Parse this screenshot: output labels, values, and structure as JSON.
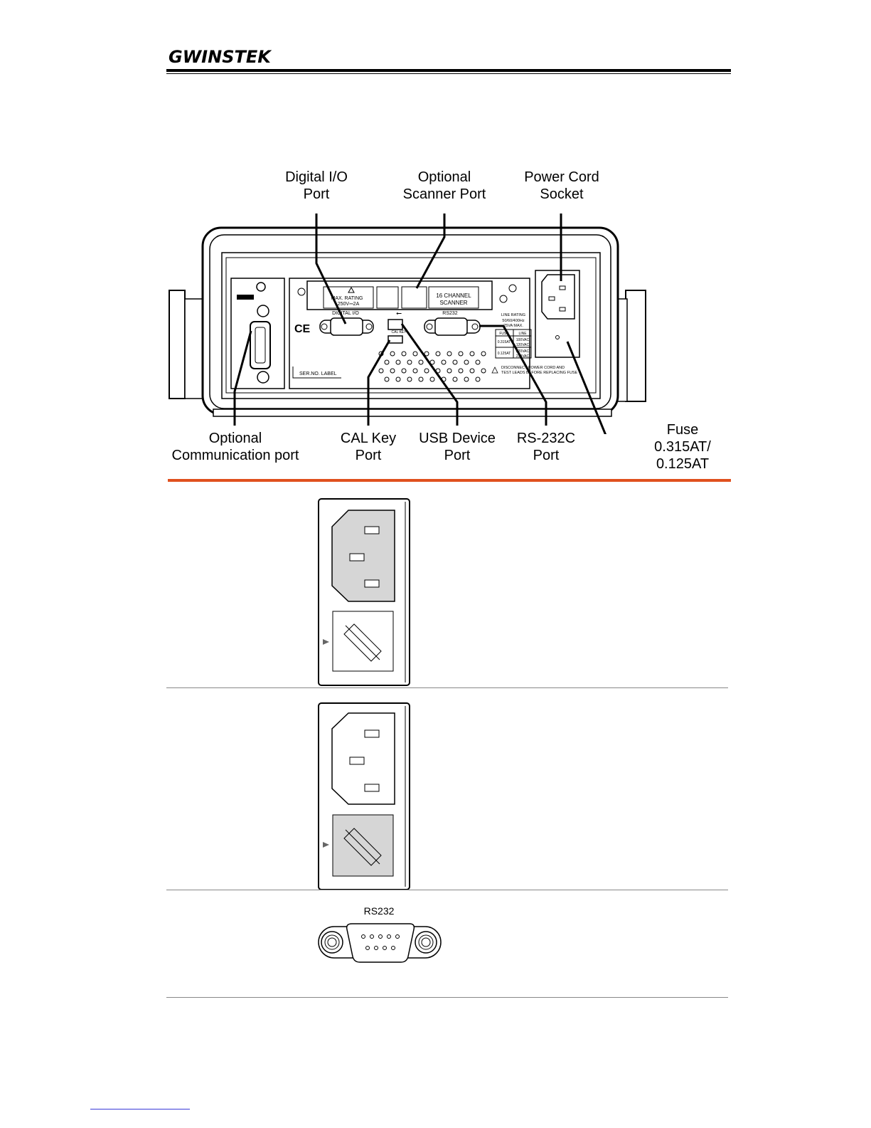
{
  "header": {
    "brand": "GWINSTEK"
  },
  "figure": {
    "callouts": {
      "digital_io_port": "Digital I/O\nPort",
      "optional_scanner_port": "Optional\nScanner Port",
      "power_cord_socket": "Power Cord\nSocket",
      "optional_communication_port": "Optional\nCommunication port",
      "cal_key_port": "CAL Key\nPort",
      "usb_device_port": "USB Device\nPort",
      "rs232c_port": "RS-232C\nPort",
      "fuse": "Fuse\n0.315AT/\n0.125AT"
    },
    "panel_text": {
      "max_rating": "MAX. RATING",
      "max_rating_value": "250V⎓2A",
      "scanner_line1": "16 CHANNEL",
      "scanner_line2": "SCANNER",
      "digital_io": "DIGITAL I/O",
      "cal_key": "CAL KEY",
      "rs232": "RS232",
      "line_rating": "LINE RATING",
      "line_freq": "50/60/400Hz",
      "line_va": "25VA MAX.",
      "fuse_header": "FUSE",
      "line_header": "LINE",
      "fuse_1": "0.315AT",
      "line_1a": "100VAC",
      "line_1b": "120VAC",
      "fuse_2": "0.125AT",
      "line_2a": "220VAC",
      "line_2b": "230VAC",
      "warning_1": "DISCONNECT POWER CORD AND",
      "warning_2": "TEST LEADS BEFORE REPLACING FUSE",
      "serial_label": "SER.NO. LABEL",
      "ce_mark": "CE"
    }
  },
  "rows": [
    {
      "name": "fuse-socket-110v"
    },
    {
      "name": "fuse-socket-220v"
    },
    {
      "name": "rs232-connector",
      "label": "RS232"
    }
  ],
  "colors": {
    "accent_rule": "#e0501e",
    "socket_gray": "#d6d6d6"
  }
}
